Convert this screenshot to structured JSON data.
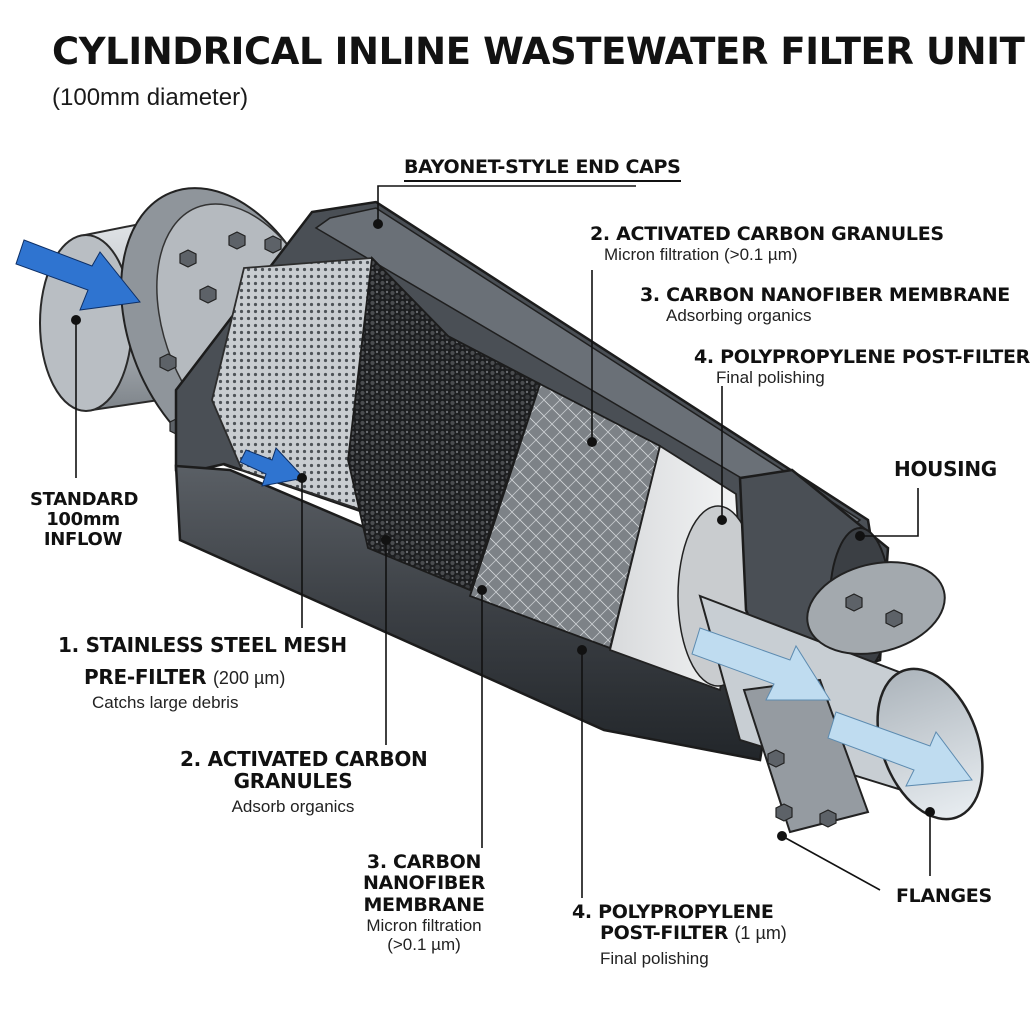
{
  "title": "CYLINDRICAL INLINE WASTEWATER FILTER UNIT",
  "subtitle": "(100mm diameter)",
  "labels": {
    "end_caps": "BAYONET-STYLE END CAPS",
    "housing": "HOUSING",
    "flanges": "FLANGES",
    "inflow_line1": "STANDARD",
    "inflow_line2": "100mm",
    "inflow_line3": "INFLOW"
  },
  "top_callouts": {
    "carbon_title": "2. ACTIVATED CARBON GRANULES",
    "carbon_desc": "Micron filtration (>0.1 µm)",
    "nanofiber_title": "3. CARBON NANOFIBER MEMBRANE",
    "nanofiber_desc": "Adsorbing organics",
    "polypropylene_title": "4. POLYPROPYLENE POST-FILTER",
    "polypropylene_desc": "Final polishing"
  },
  "bottom_callouts": {
    "mesh_line1": "1. STAINLESS STEEL MESH",
    "mesh_line2": "PRE-FILTER",
    "mesh_rating": "(200 µm)",
    "mesh_desc": "Catchs large debris",
    "carbon_line1": "2. ACTIVATED CARBON",
    "carbon_line2": "GRANULES",
    "carbon_desc": "Adsorb organics",
    "nanofiber_line1": "3. CARBON",
    "nanofiber_line2": "NANOFIBER",
    "nanofiber_line3": "MEMBRANE",
    "nanofiber_desc1": "Micron filtration",
    "nanofiber_desc2": "(>0.1 µm)",
    "polypropylene_line1": "4. POLYPROPYLENE",
    "polypropylene_line2": "POST-FILTER",
    "polypropylene_rating": "(1 µm)",
    "polypropylene_desc": "Final polishing"
  },
  "colors": {
    "flow_arrow_in": "#2f74d0",
    "flow_arrow_out": "#bfdcf0",
    "housing": "#3b3f44",
    "metal": "#aeb3b8"
  }
}
